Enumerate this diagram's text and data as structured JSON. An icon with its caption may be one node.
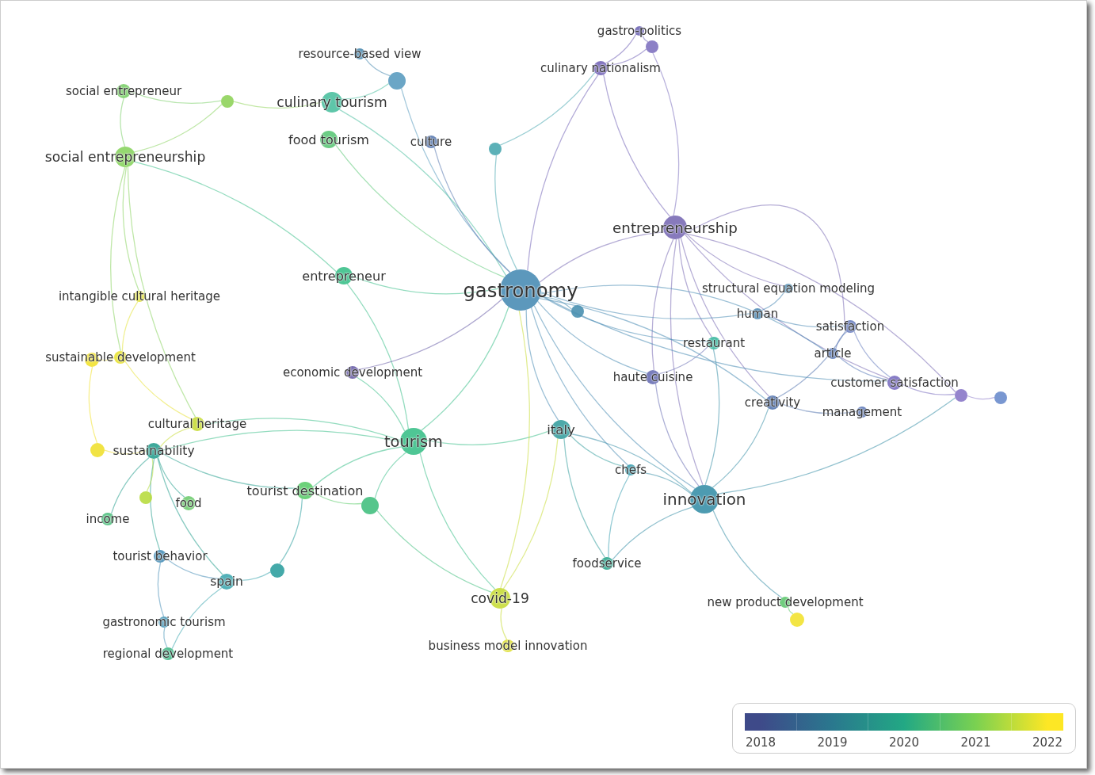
{
  "diagram": {
    "nodes": [
      {
        "text": [
          "gastro-politics"
        ]
      },
      {
        "text": [],
        "shape": "circle"
      },
      {
        "text": [
          "resource-based view"
        ]
      },
      {
        "text": [
          "culinary nationalism"
        ]
      },
      {
        "text": [],
        "shape": "circle"
      },
      {
        "text": [
          "social entrepreneur"
        ]
      },
      {
        "text": [],
        "shape": "circle"
      },
      {
        "text": [
          "culinary tourism"
        ]
      },
      {
        "text": [
          "food tourism"
        ]
      },
      {
        "text": [
          "culture"
        ]
      },
      {
        "text": [],
        "shape": "circle"
      },
      {
        "text": [
          "social entrepreneurship"
        ]
      },
      {
        "text": [
          "entrepreneurship"
        ]
      },
      {
        "text": [
          "entrepreneur"
        ]
      },
      {
        "text": [
          "gastronomy"
        ]
      },
      {
        "text": [
          "intangible cultural heritage"
        ]
      },
      {
        "text": [
          "structural equation modeling"
        ]
      },
      {
        "text": [],
        "shape": "circle"
      },
      {
        "text": [
          "human"
        ]
      },
      {
        "text": [
          "satisfaction"
        ]
      },
      {
        "text": [
          "restaurant"
        ]
      },
      {
        "text": [
          "article"
        ]
      },
      {
        "text": [],
        "shape": "circle"
      },
      {
        "text": [
          "sustainable development"
        ]
      },
      {
        "text": [
          "economic development"
        ]
      },
      {
        "text": [
          "haute cuisine"
        ]
      },
      {
        "text": [
          "customer satisfaction"
        ]
      },
      {
        "text": [],
        "shape": "circle"
      },
      {
        "text": [],
        "shape": "circle"
      },
      {
        "text": [
          "creativity"
        ]
      },
      {
        "text": [
          "management"
        ]
      },
      {
        "text": [
          "cultural heritage"
        ]
      },
      {
        "text": [
          "tourism"
        ]
      },
      {
        "text": [
          "italy"
        ]
      },
      {
        "text": [],
        "shape": "circle"
      },
      {
        "text": [
          "sustainability"
        ]
      },
      {
        "text": [
          "chefs"
        ]
      },
      {
        "text": [
          "tourist destination"
        ]
      },
      {
        "text": [],
        "shape": "circle"
      },
      {
        "text": [
          "food"
        ]
      },
      {
        "text": [],
        "shape": "circle"
      },
      {
        "text": [
          "income"
        ]
      },
      {
        "text": [
          "innovation"
        ]
      },
      {
        "text": [
          "tourist behavior"
        ]
      },
      {
        "text": [
          "foodservice"
        ]
      },
      {
        "text": [],
        "shape": "circle"
      },
      {
        "text": [
          "spain"
        ]
      },
      {
        "text": [
          "covid-19"
        ]
      },
      {
        "text": [
          "new product development"
        ]
      },
      {
        "text": [],
        "shape": "circle"
      },
      {
        "text": [
          "gastronomic tourism"
        ]
      },
      {
        "text": [
          "business model innovation"
        ]
      },
      {
        "text": [
          "regional development"
        ]
      }
    ],
    "edges": [
      {
        "from": 5,
        "to": 11,
        "arrow": "none"
      },
      {
        "from": 5,
        "to": 6,
        "arrow": "none"
      },
      {
        "from": 6,
        "to": 7,
        "arrow": "none"
      },
      {
        "from": 11,
        "to": 6,
        "arrow": "none"
      },
      {
        "from": 2,
        "to": 4,
        "arrow": "none"
      },
      {
        "from": 7,
        "to": 4,
        "arrow": "none"
      },
      {
        "from": 4,
        "to": 14,
        "arrow": "none"
      },
      {
        "from": 7,
        "to": 14,
        "arrow": "none"
      },
      {
        "from": 8,
        "to": 14,
        "arrow": "none"
      },
      {
        "from": 9,
        "to": 14,
        "arrow": "none"
      },
      {
        "from": 10,
        "to": 14,
        "arrow": "none"
      },
      {
        "from": 10,
        "to": 3,
        "arrow": "none"
      },
      {
        "from": 3,
        "to": 0,
        "arrow": "none"
      },
      {
        "from": 3,
        "to": 1,
        "arrow": "none"
      },
      {
        "from": 0,
        "to": 1,
        "arrow": "none"
      },
      {
        "from": 1,
        "to": 12,
        "arrow": "none"
      },
      {
        "from": 3,
        "to": 12,
        "arrow": "none"
      },
      {
        "from": 3,
        "to": 14,
        "arrow": "none"
      },
      {
        "from": 12,
        "to": 14,
        "arrow": "none"
      },
      {
        "from": 12,
        "to": 19,
        "arrow": "none"
      },
      {
        "from": 12,
        "to": 26,
        "arrow": "none"
      },
      {
        "from": 12,
        "to": 25,
        "arrow": "none"
      },
      {
        "from": 12,
        "to": 29,
        "arrow": "none"
      },
      {
        "from": 12,
        "to": 42,
        "arrow": "none"
      },
      {
        "from": 12,
        "to": 20,
        "arrow": "none"
      },
      {
        "from": 12,
        "to": 16,
        "arrow": "none"
      },
      {
        "from": 12,
        "to": 27,
        "arrow": "none"
      },
      {
        "from": 26,
        "to": 27,
        "arrow": "none"
      },
      {
        "from": 27,
        "to": 28,
        "arrow": "none"
      },
      {
        "from": 19,
        "to": 26,
        "arrow": "none"
      },
      {
        "from": 19,
        "to": 21,
        "arrow": "none"
      },
      {
        "from": 21,
        "to": 26,
        "arrow": "none"
      },
      {
        "from": 29,
        "to": 30,
        "arrow": "none"
      },
      {
        "from": 29,
        "to": 19,
        "arrow": "none"
      },
      {
        "from": 42,
        "to": 29,
        "arrow": "none"
      },
      {
        "from": 42,
        "to": 20,
        "arrow": "none"
      },
      {
        "from": 42,
        "to": 36,
        "arrow": "none"
      },
      {
        "from": 42,
        "to": 33,
        "arrow": "none"
      },
      {
        "from": 42,
        "to": 48,
        "arrow": "none"
      },
      {
        "from": 42,
        "to": 27,
        "arrow": "none"
      },
      {
        "from": 48,
        "to": 49,
        "arrow": "none"
      },
      {
        "from": 42,
        "to": 44,
        "arrow": "none"
      },
      {
        "from": 33,
        "to": 36,
        "arrow": "none"
      },
      {
        "from": 32,
        "to": 33,
        "arrow": "none"
      },
      {
        "from": 32,
        "to": 14,
        "arrow": "none"
      },
      {
        "from": 32,
        "to": 13,
        "arrow": "none"
      },
      {
        "from": 32,
        "to": 37,
        "arrow": "none"
      },
      {
        "from": 32,
        "to": 40,
        "arrow": "none"
      },
      {
        "from": 32,
        "to": 47,
        "arrow": "none"
      },
      {
        "from": 32,
        "to": 31,
        "arrow": "none"
      },
      {
        "from": 32,
        "to": 35,
        "arrow": "none"
      },
      {
        "from": 32,
        "to": 24,
        "arrow": "none"
      },
      {
        "from": 13,
        "to": 14,
        "arrow": "none"
      },
      {
        "from": 13,
        "to": 11,
        "arrow": "none"
      },
      {
        "from": 11,
        "to": 15,
        "arrow": "none"
      },
      {
        "from": 11,
        "to": 23,
        "arrow": "none"
      },
      {
        "from": 11,
        "to": 31,
        "arrow": "none"
      },
      {
        "from": 15,
        "to": 23,
        "arrow": "none",
        "color": "#e3e33a"
      },
      {
        "from": 22,
        "to": 23,
        "arrow": "none",
        "color": "#f2e230"
      },
      {
        "from": 22,
        "to": 34,
        "arrow": "none",
        "color": "#f2e230"
      },
      {
        "from": 23,
        "to": 31,
        "arrow": "none",
        "color": "#e8e235"
      },
      {
        "from": 31,
        "to": 35,
        "arrow": "none",
        "color": "#c8dc38"
      },
      {
        "from": 34,
        "to": 35,
        "arrow": "none",
        "color": "#f0e030"
      },
      {
        "from": 35,
        "to": 41,
        "arrow": "none"
      },
      {
        "from": 35,
        "to": 39,
        "arrow": "none"
      },
      {
        "from": 35,
        "to": 43,
        "arrow": "none"
      },
      {
        "from": 35,
        "to": 46,
        "arrow": "none"
      },
      {
        "from": 35,
        "to": 37,
        "arrow": "none"
      },
      {
        "from": 38,
        "to": 35,
        "arrow": "none",
        "color": "#b8dc40"
      },
      {
        "from": 43,
        "to": 46,
        "arrow": "none"
      },
      {
        "from": 43,
        "to": 50,
        "arrow": "none"
      },
      {
        "from": 50,
        "to": 52,
        "arrow": "none"
      },
      {
        "from": 46,
        "to": 52,
        "arrow": "none"
      },
      {
        "from": 46,
        "to": 45,
        "arrow": "none"
      },
      {
        "from": 45,
        "to": 37,
        "arrow": "none"
      },
      {
        "from": 37,
        "to": 40,
        "arrow": "none"
      },
      {
        "from": 40,
        "to": 47,
        "arrow": "none"
      },
      {
        "from": 47,
        "to": 51,
        "arrow": "none",
        "color": "#c8dc38"
      },
      {
        "from": 47,
        "to": 14,
        "arrow": "none",
        "color": "#c8dc38"
      },
      {
        "from": 47,
        "to": 33,
        "arrow": "none",
        "color": "#c8dc38"
      },
      {
        "from": 24,
        "to": 14,
        "arrow": "none",
        "color": "#6a5fa8"
      },
      {
        "from": 25,
        "to": 42,
        "arrow": "none"
      },
      {
        "from": 25,
        "to": 20,
        "arrow": "none"
      },
      {
        "from": 18,
        "to": 16,
        "arrow": "none"
      },
      {
        "from": 18,
        "to": 19,
        "arrow": "none"
      },
      {
        "from": 17,
        "to": 14,
        "arrow": "none"
      },
      {
        "from": 36,
        "to": 44,
        "arrow": "none"
      },
      {
        "from": 33,
        "to": 44,
        "arrow": "none"
      },
      {
        "from": 14,
        "to": 42,
        "arrow": "none"
      },
      {
        "from": 14,
        "to": 20,
        "arrow": "none"
      },
      {
        "from": 14,
        "to": 25,
        "arrow": "none"
      },
      {
        "from": 14,
        "to": 29,
        "arrow": "none"
      },
      {
        "from": 14,
        "to": 36,
        "arrow": "none"
      },
      {
        "from": 14,
        "to": 33,
        "arrow": "none"
      },
      {
        "from": 14,
        "to": 18,
        "arrow": "none"
      },
      {
        "from": 14,
        "to": 21,
        "arrow": "none"
      },
      {
        "from": 14,
        "to": 26,
        "arrow": "none"
      }
    ],
    "legend": [
      {
        "text": "2018",
        "color": "#3e4a89"
      },
      {
        "text": "2019",
        "color": "#2a788e"
      },
      {
        "text": "2020",
        "color": "#22a884"
      },
      {
        "text": "2021",
        "color": "#7ad151"
      },
      {
        "text": "2022",
        "color": "#fde725"
      }
    ]
  }
}
